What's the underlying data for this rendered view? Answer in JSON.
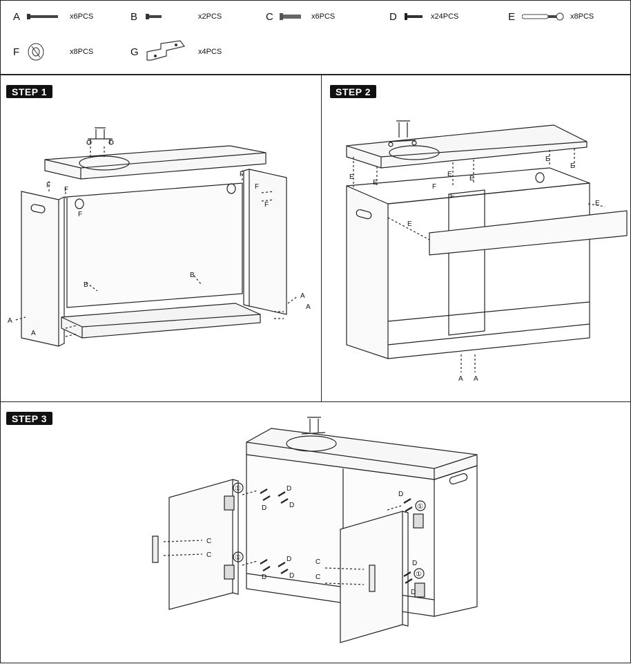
{
  "parts": [
    {
      "letter": "A",
      "qty": "x6PCS",
      "icon": "long-screw"
    },
    {
      "letter": "B",
      "qty": "x2PCS",
      "icon": "short-screw"
    },
    {
      "letter": "C",
      "qty": "x6PCS",
      "icon": "machine-screw"
    },
    {
      "letter": "D",
      "qty": "x24PCS",
      "icon": "small-screw"
    },
    {
      "letter": "E",
      "qty": "x8PCS",
      "icon": "cam-bolt"
    },
    {
      "letter": "F",
      "qty": "x8PCS",
      "icon": "cam-lock"
    },
    {
      "letter": "G",
      "qty": "x4PCS",
      "icon": "hinge"
    }
  ],
  "steps": [
    {
      "label": "STEP 1"
    },
    {
      "label": "STEP 2"
    },
    {
      "label": "STEP 3"
    }
  ],
  "callouts": {
    "hinge_number": "①",
    "a": "A",
    "b": "B",
    "c": "C",
    "d": "D",
    "e": "E",
    "f": "F"
  }
}
